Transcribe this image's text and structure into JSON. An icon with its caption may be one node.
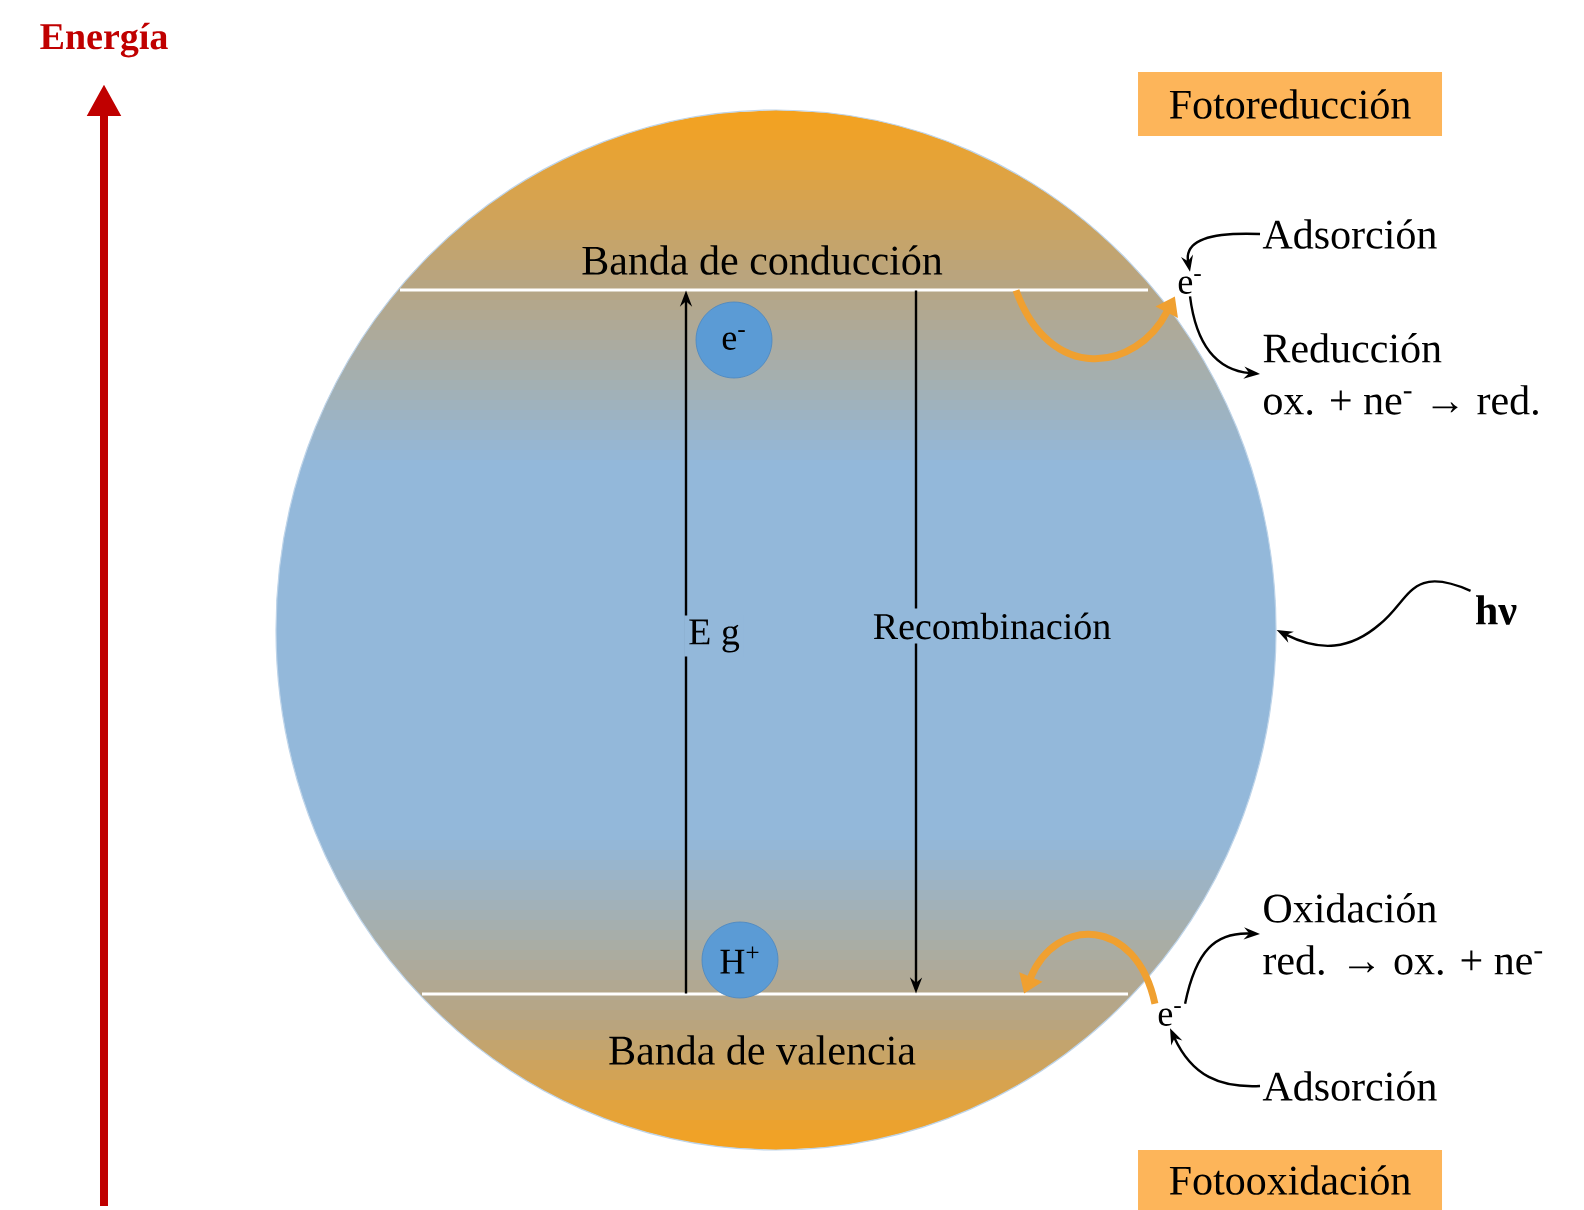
{
  "diagram": {
    "nodes": [
      {
        "text": [],
        "shape": "circle"
      },
      {
        "text": [
          "Banda de conducción"
        ],
        "in": 0
      },
      {
        "text": [
          "Banda de valencia"
        ],
        "in": 0
      },
      {
        "text": [
          "e$^{-}$"
        ],
        "in": 0
      },
      {
        "text": [
          "H$^{+}$"
        ],
        "in": 0
      },
      {
        "text": [
          "hν"
        ]
      },
      {
        "text": [
          "Fotoreducción"
        ]
      },
      {
        "text": [
          "Adsorción"
        ]
      },
      {
        "text": [
          "e$^{-}$"
        ]
      },
      {
        "text": [
          "Reducción",
          "ox. + ne$^{-}$ → red."
        ]
      },
      {
        "text": [
          "Oxidación",
          "red. → ox. + ne$^{-}$"
        ]
      },
      {
        "text": [
          "e$^{-}$"
        ]
      },
      {
        "text": [
          "Adsorción"
        ]
      },
      {
        "text": [
          "Fotooxidación"
        ]
      }
    ],
    "edges": [
      {
        "from": 2,
        "to": 1,
        "arrow": "to",
        "label": "E g"
      },
      {
        "from": 1,
        "to": 2,
        "arrow": "to",
        "label": "Recombinación"
      },
      {
        "from": 5,
        "to": 0,
        "arrow": "to"
      },
      {
        "from": 1,
        "to": 8,
        "arrow": "to",
        "style": "thick",
        "color": "#f0a030"
      },
      {
        "from": 7,
        "to": 8,
        "arrow": "to"
      },
      {
        "from": 8,
        "to": 9,
        "arrow": "to"
      },
      {
        "from": 11,
        "to": 2,
        "arrow": "to",
        "style": "thick",
        "color": "#f0a030"
      },
      {
        "from": 12,
        "to": 11,
        "arrow": "to"
      },
      {
        "from": 11,
        "to": 10,
        "arrow": "to"
      }
    ],
    "labels": [
      "Energía"
    ]
  }
}
